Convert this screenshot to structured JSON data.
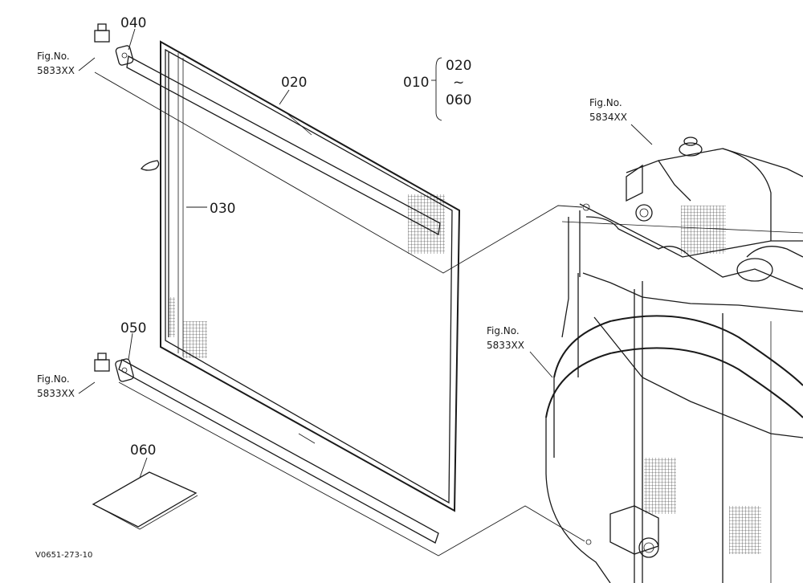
{
  "part_labels": {
    "p040": "040",
    "p020": "020",
    "p030": "030",
    "p050": "050",
    "p060": "060",
    "p010": "010",
    "range_start": "020",
    "range_tilde": "~",
    "range_end": "060"
  },
  "figure_refs": {
    "top_left": {
      "label": "Fig.No.",
      "code": "5833XX"
    },
    "bottom_left": {
      "label": "Fig.No.",
      "code": "5833XX"
    },
    "right_upper": {
      "label": "Fig.No.",
      "code": "5834XX"
    },
    "right_lower": {
      "label": "Fig.No.",
      "code": "5833XX"
    }
  },
  "drawing_code": "V0651-273-10",
  "colors": {
    "ink": "#1a1a1a",
    "background": "#ffffff"
  }
}
